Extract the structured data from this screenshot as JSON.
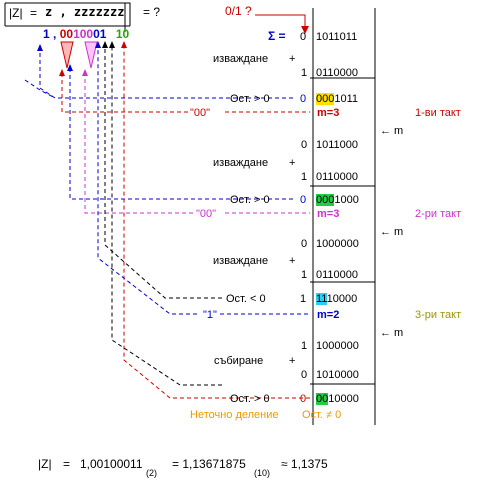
{
  "header": {
    "z_abs": "|Z|",
    "equals": "=",
    "z_value": "z , zzzzzzz",
    "eq_q": "= ?",
    "overflow_q": "0/1 ?",
    "sigma": "Σ =",
    "sigma_bit": "0",
    "sigma_value": "1011011"
  },
  "result_bits": {
    "b1": "1",
    "comma": ",",
    "b00": "00",
    "b100": "100",
    "b01": "01",
    "b10": "10"
  },
  "steps": {
    "sub1": "изваждане",
    "plus": "+",
    "op_bit": "1",
    "op_value": "0110000",
    "r1_label": "Ост. > 0",
    "r1_bit": "0",
    "r1_hi": "000",
    "r1_rest": "1011",
    "q1": "\"00\"",
    "m1": "m=3",
    "tact1": "1-ви такт",
    "m_arrow": "← m",
    "s2_bit": "0",
    "s2_value": "1011000",
    "sub2": "изваждане",
    "r2_label": "Ост. > 0",
    "r2_bit": "0",
    "r2_hi": "000",
    "r2_rest": "1000",
    "q2": "\"00\"",
    "m2": "m=3",
    "tact2": "2-ри такт",
    "s3_bit": "0",
    "s3_value": "1000000",
    "sub3": "изваждане",
    "r3_label": "Ост. < 0",
    "r3_bit": "1",
    "r3_hi": "11",
    "r3_rest": "10000",
    "q3": "\"1\"",
    "m3": "m=2",
    "tact3": "3-ри такт",
    "s4_bit": "1",
    "s4_value": "1000000",
    "add": "събиране",
    "add_bit": "0",
    "add_value": "1010000",
    "r4_label": "Ост. > 0",
    "r4_bit": "0",
    "r4_hi": "00",
    "r4_rest": "10000",
    "inexact": "Неточно деление",
    "rem_neq": "Ост. ≠ 0"
  },
  "footer": {
    "z_abs": "|Z|",
    "eq": "=",
    "bin": "1,00100011",
    "sub2": "(2)",
    "eq2": "= 1,13671875",
    "sub10": "(10)",
    "approx": "≈ 1,1375"
  },
  "colors": {
    "red": "#cc0000",
    "magenta": "#cc33cc",
    "blue": "#0000cc",
    "green": "#22aa00",
    "orange": "#ee9900",
    "olive": "#999900",
    "yellow": "#ffe000",
    "green_hi": "#22cc44",
    "cyan_hi": "#33ccee"
  }
}
